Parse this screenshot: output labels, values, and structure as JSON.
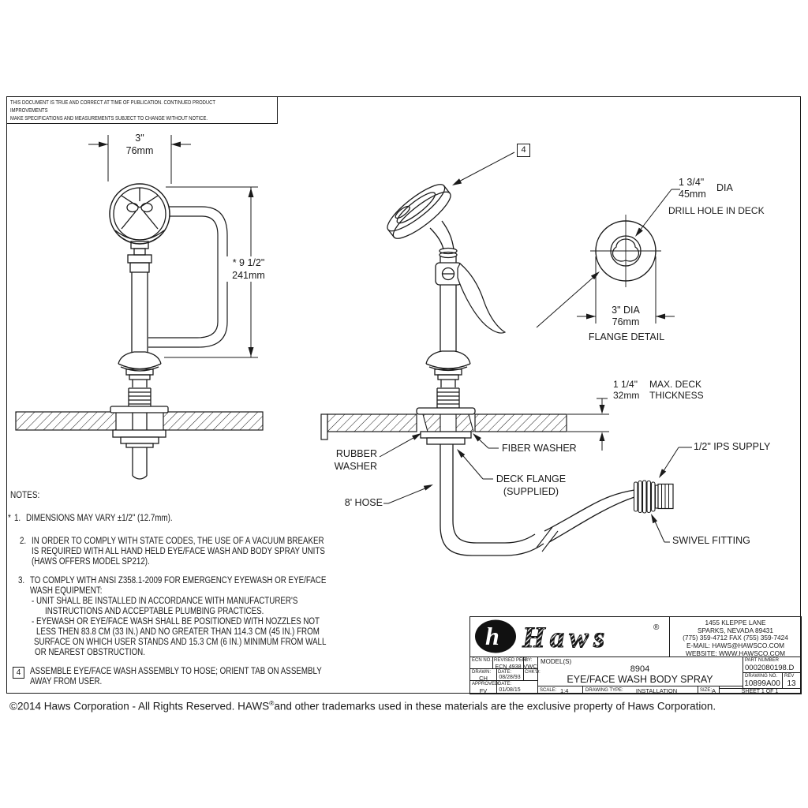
{
  "disclaimer": {
    "line1": "THIS DOCUMENT IS TRUE AND CORRECT AT TIME OF PUBLICATION. CONTINUED PRODUCT IMPROVEMENTS",
    "line2": "MAKE SPECIFICATIONS AND MEASUREMENTS SUBJECT TO CHANGE WITHOUT NOTICE."
  },
  "front_view": {
    "width_in": "3\"",
    "width_mm": "76mm",
    "height_in": "* 9 1/2\"",
    "height_mm": "241mm"
  },
  "side_view": {
    "callout": "4"
  },
  "flange_detail": {
    "hole_in": "1 3/4\"",
    "hole_mm": "45mm",
    "dia_word": "DIA",
    "drill_note": "DRILL HOLE IN DECK",
    "dia_in": "3\" DIA",
    "dia_mm": "76mm",
    "caption": "FLANGE DETAIL"
  },
  "callouts": {
    "rubber_washer": [
      "RUBBER",
      "WASHER"
    ],
    "fiber_washer": "FIBER WASHER",
    "deck_flange": [
      "DECK FLANGE",
      "(SUPPLIED)"
    ],
    "hose": "8' HOSE",
    "thickness_in": "1 1/4\"",
    "thickness_mm": "32mm",
    "thickness_note1": "MAX. DECK",
    "thickness_note2": "THICKNESS",
    "ips_supply": "1/2\" IPS SUPPLY",
    "swivel": "SWIVEL FITTING"
  },
  "notes": {
    "heading": "NOTES:",
    "n1_prefix": "*",
    "n1_num": "1.",
    "n1_text": "DIMENSIONS MAY VARY ±1/2\" (12.7mm).",
    "n2_num": "2.",
    "n2_lines": [
      "IN ORDER TO COMPLY WITH STATE CODES, THE USE OF A VACUUM BREAKER",
      "IS REQUIRED WITH ALL HAND HELD EYE/FACE WASH AND BODY SPRAY UNITS",
      "(HAWS OFFERS MODEL SP212)."
    ],
    "n3_num": "3.",
    "n3_lines": [
      "TO COMPLY WITH ANSI Z358.1-2009 FOR EMERGENCY EYEWASH OR EYE/FACE",
      "WASH EQUIPMENT:",
      "-  UNIT SHALL BE INSTALLED IN ACCORDANCE WITH MANUFACTURER'S",
      "INSTRUCTIONS AND ACCEPTABLE PLUMBING PRACTICES.",
      "-  EYEWASH OR EYE/FACE WASH SHALL BE POSITIONED WITH NOZZLES NOT",
      "LESS THEN 83.8 CM (33 IN.) AND NO GREATER THAN 114.3 CM (45 IN.) FROM",
      "SURFACE ON WHICH USER STANDS AND 15.3 CM (6 IN.) MINIMUM FROM  WALL",
      "OR NEAREST OBSTRUCTION."
    ],
    "n4_num": "4",
    "n4_lines": [
      "ASSEMBLE EYE/FACE WASH ASSEMBLY TO HOSE; ORIENT TAB ON ASSEMBLY",
      "AWAY FROM USER."
    ]
  },
  "title_block": {
    "logo_glyph": "h",
    "logo_text": "Haws",
    "registered": "®",
    "address": [
      "1455 KLEPPE LANE",
      "SPARKS, NEVADA  89431",
      "(775) 359-4712  FAX (755) 359-7424",
      "E-MAIL:  HAWS@HAWSCO.COM",
      "WEBSITE:  WWW.HAWSCO.COM"
    ],
    "ecn_label": "ECN NO.",
    "revised_label": "REVISED PER:",
    "revised_value": "ECN 4938",
    "by_label": "BY:",
    "by_value": "VWC",
    "drawn_label": "DRAWN:",
    "drawn_value": "CH",
    "date1_label": "DATE:",
    "date1_value": "08/28/93",
    "chkd_label": "CHK'D:",
    "approved_label": "APPROVED:",
    "approved_value": "FV",
    "date2_label": "DATE:",
    "date2_value": "01/08/15",
    "models_label": "MODEL(S)",
    "model_number": "8904",
    "drawing_title": "EYE/FACE WASH BODY SPRAY",
    "scale_label": "SCALE:",
    "scale_value": "1:4",
    "type_label": "DRAWING TYPE:",
    "type_value": "INSTALLATION",
    "size_label": "SIZE:",
    "size_value": "A",
    "part_label": "PART NUMBER",
    "part_value": "0002080198.D",
    "drawing_no_label": "DRAWING NO.",
    "drawing_no_value": "10899A00",
    "rev_label": "REV",
    "rev_value": "13",
    "sheet_label": "SHEET  1  OF  1"
  },
  "footer": {
    "copyright_pre": "©2014 Haws Corporation - All Rights Reserved.  HAWS",
    "registered": "®",
    "copyright_post": "and other trademarks used in these materials are the exclusive property of Haws Corporation."
  }
}
